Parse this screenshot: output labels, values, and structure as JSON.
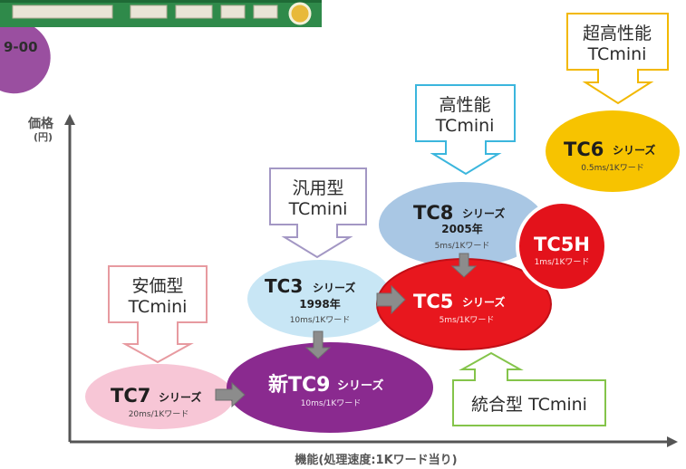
{
  "photo_caption": "9-00",
  "axis": {
    "y_label_1": "価格",
    "y_label_2": "(円)",
    "x_label": "機能(処理速度:1Kワード当り)"
  },
  "colors": {
    "tc7": "#f7c6d6",
    "tc9": "#8a2a8f",
    "tc3": "#c8e6f5",
    "tc5": "#e8171e",
    "tc8": "#a9c7e4",
    "tc5h": "#e3121b",
    "tc6": "#f7c300",
    "pcb": "#2f8a4a",
    "callout_red": "#e79aa0",
    "callout_purple": "#a397c4",
    "callout_cyan": "#3bb6dd",
    "callout_yellow": "#f2b800",
    "callout_green": "#84c44a",
    "arrow_gray": "#8c8c8c"
  },
  "nodes": {
    "tc7": {
      "title": "TC7",
      "series": "シリーズ",
      "speed": "20ms/1Kワード"
    },
    "tc9": {
      "title": "新TC9",
      "series": "シリーズ",
      "speed": "10ms/1Kワード"
    },
    "tc3": {
      "title": "TC3",
      "series": "シリーズ",
      "year": "1998年",
      "speed": "10ms/1Kワード"
    },
    "tc5": {
      "title": "TC5",
      "series": "シリーズ",
      "speed": "5ms/1Kワード"
    },
    "tc8": {
      "title": "TC8",
      "series": "シリーズ",
      "year": "2005年",
      "speed": "5ms/1Kワード"
    },
    "tc5h": {
      "title": "TC5H",
      "speed": "1ms/1Kワード"
    },
    "tc6": {
      "title": "TC6",
      "series": "シリーズ",
      "speed": "0.5ms/1Kワード"
    }
  },
  "callouts": {
    "budget": {
      "line1": "安価型",
      "line2": "TCmini"
    },
    "general": {
      "line1": "汎用型",
      "line2": "TCmini"
    },
    "high": {
      "line1": "高性能",
      "line2": "TCmini"
    },
    "ultra": {
      "line1": "超高性能",
      "line2": "TCmini"
    },
    "integrated": {
      "line1": "統合型 TCmini"
    }
  }
}
